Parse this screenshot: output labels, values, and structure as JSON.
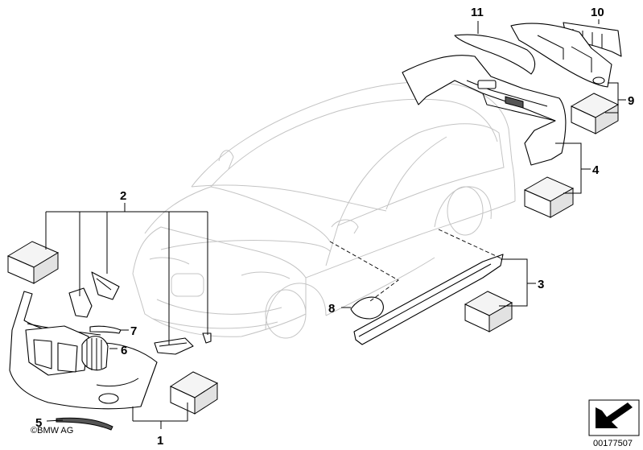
{
  "callouts": [
    {
      "id": "1",
      "label": "1"
    },
    {
      "id": "2",
      "label": "2"
    },
    {
      "id": "3",
      "label": "3"
    },
    {
      "id": "4",
      "label": "4"
    },
    {
      "id": "5",
      "label": "5"
    },
    {
      "id": "6",
      "label": "6"
    },
    {
      "id": "7",
      "label": "7"
    },
    {
      "id": "8",
      "label": "8"
    },
    {
      "id": "9",
      "label": "9"
    },
    {
      "id": "10",
      "label": "10"
    },
    {
      "id": "11",
      "label": "11"
    }
  ],
  "copyright": "©BMW AG",
  "document_number": "00177507",
  "icons": [
    "parts-box-icon",
    "corner-arrow-icon"
  ]
}
